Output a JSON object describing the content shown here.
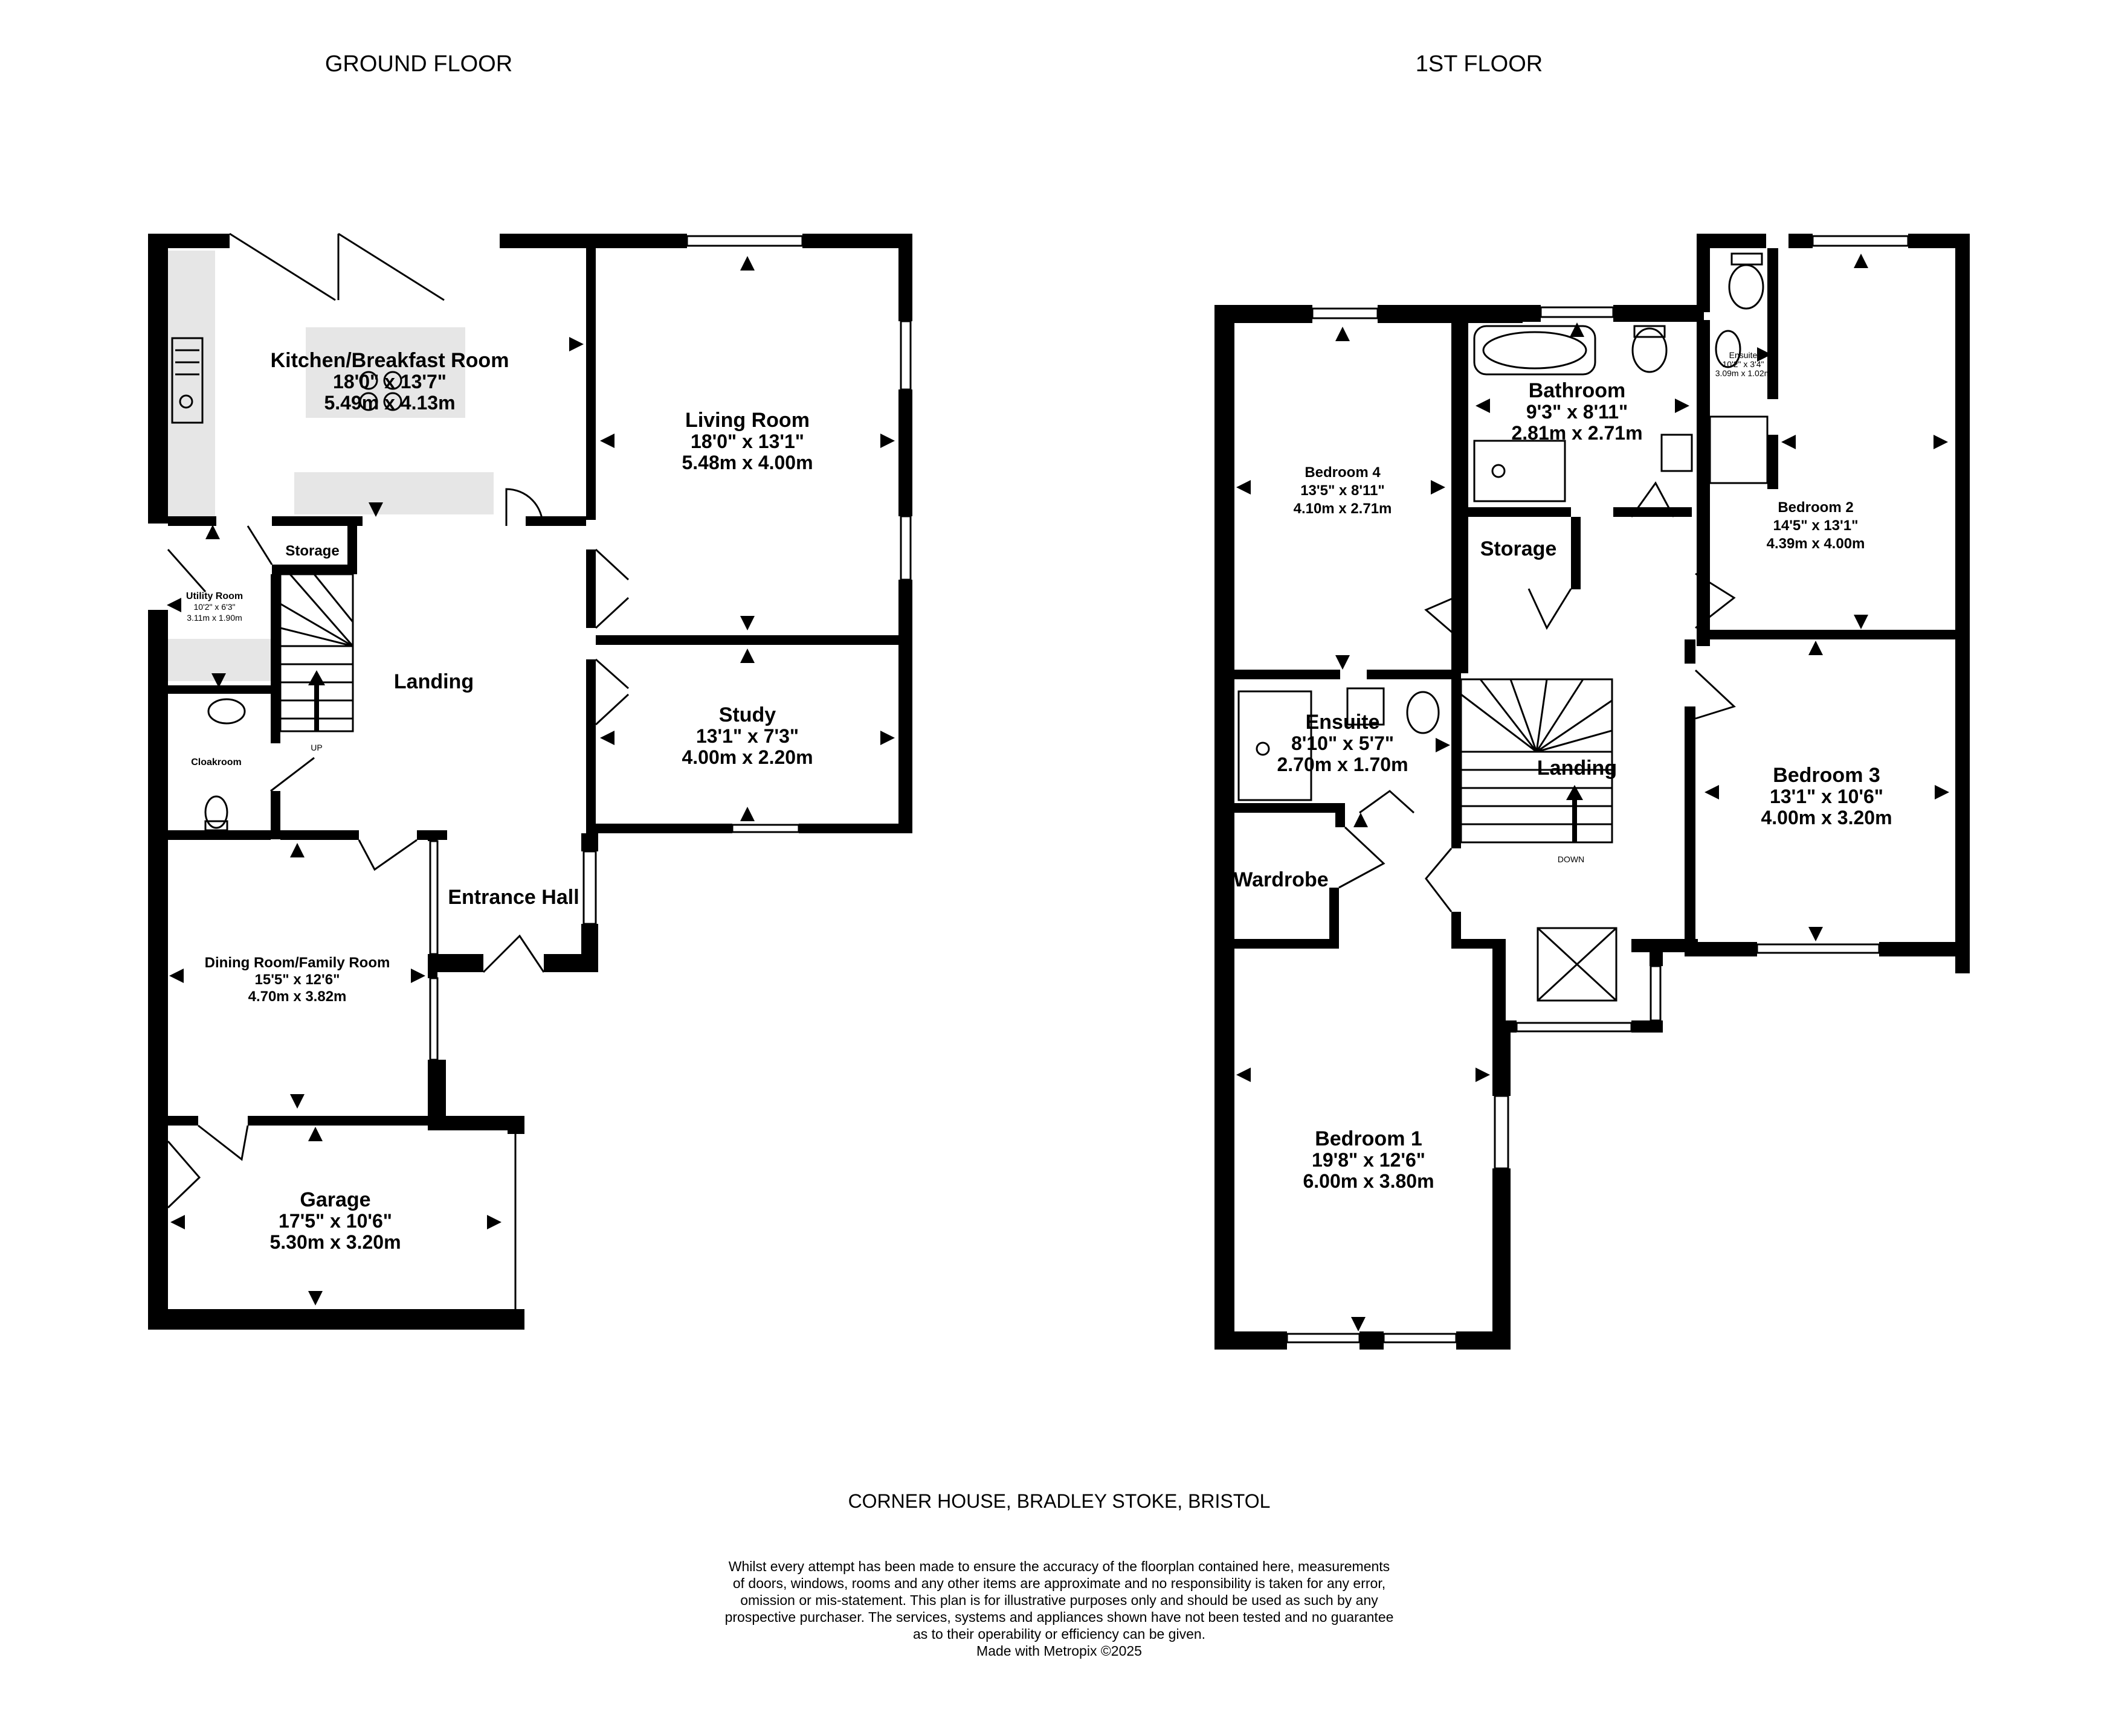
{
  "floors": {
    "ground": {
      "title": "GROUND FLOOR"
    },
    "first": {
      "title": "1ST FLOOR"
    }
  },
  "rooms": {
    "kitchen": {
      "name": "Kitchen/Breakfast Room",
      "imperial": "18'0\" x 13'7\"",
      "metric": "5.49m x 4.13m"
    },
    "living": {
      "name": "Living Room",
      "imperial": "18'0\" x 13'1\"",
      "metric": "5.48m x 4.00m"
    },
    "storage_g": {
      "name": "Storage"
    },
    "utility": {
      "name": "Utility Room",
      "imperial": "10'2\" x 6'3\"",
      "metric": "3.11m x 1.90m"
    },
    "landing_g": {
      "name": "Landing",
      "stair_label": "UP"
    },
    "study": {
      "name": "Study",
      "imperial": "13'1\" x 7'3\"",
      "metric": "4.00m x 2.20m"
    },
    "cloakroom": {
      "name": "Cloakroom"
    },
    "entrance": {
      "name": "Entrance Hall"
    },
    "dining": {
      "name": "Dining Room/Family Room",
      "imperial": "15'5\" x 12'6\"",
      "metric": "4.70m x 3.82m"
    },
    "garage": {
      "name": "Garage",
      "imperial": "17'5\" x 10'6\"",
      "metric": "5.30m x 3.20m"
    },
    "bedroom4": {
      "name": "Bedroom 4",
      "imperial": "13'5\" x 8'11\"",
      "metric": "4.10m x 2.71m"
    },
    "bathroom": {
      "name": "Bathroom",
      "imperial": "9'3\" x 8'11\"",
      "metric": "2.81m x 2.71m"
    },
    "ensuite2": {
      "name": "Ensuite",
      "imperial": "10'2\" x 3'4\"",
      "metric": "3.09m x 1.02m"
    },
    "bedroom2": {
      "name": "Bedroom 2",
      "imperial": "14'5\" x 13'1\"",
      "metric": "4.39m x 4.00m"
    },
    "storage_f": {
      "name": "Storage"
    },
    "ensuite1": {
      "name": "Ensuite",
      "imperial": "8'10\" x 5'7\"",
      "metric": "2.70m x 1.70m"
    },
    "landing_f": {
      "name": "Landing",
      "stair_label": "DOWN"
    },
    "bedroom3": {
      "name": "Bedroom 3",
      "imperial": "13'1\" x 10'6\"",
      "metric": "4.00m x 3.20m"
    },
    "wardrobe": {
      "name": "Wardrobe"
    },
    "bedroom1": {
      "name": "Bedroom 1",
      "imperial": "19'8\" x 12'6\"",
      "metric": "6.00m x 3.80m"
    }
  },
  "footer": {
    "address": "CORNER HOUSE, BRADLEY STOKE, BRISTOL",
    "disclaimer": [
      "Whilst every attempt has been made to ensure the accuracy of the floorplan contained here, measurements",
      "of doors, windows, rooms and any other items are approximate and no responsibility is taken for any error,",
      "omission or mis-statement. This plan is for illustrative purposes only and should be used as such by any",
      "prospective purchaser. The services, systems and appliances shown have not been tested and no guarantee",
      "as to their operability or efficiency can be given.",
      "Made with Metropix ©2025"
    ]
  },
  "colors": {
    "wall": "#000000",
    "fixture": "#e6e6e6",
    "background": "#ffffff"
  }
}
